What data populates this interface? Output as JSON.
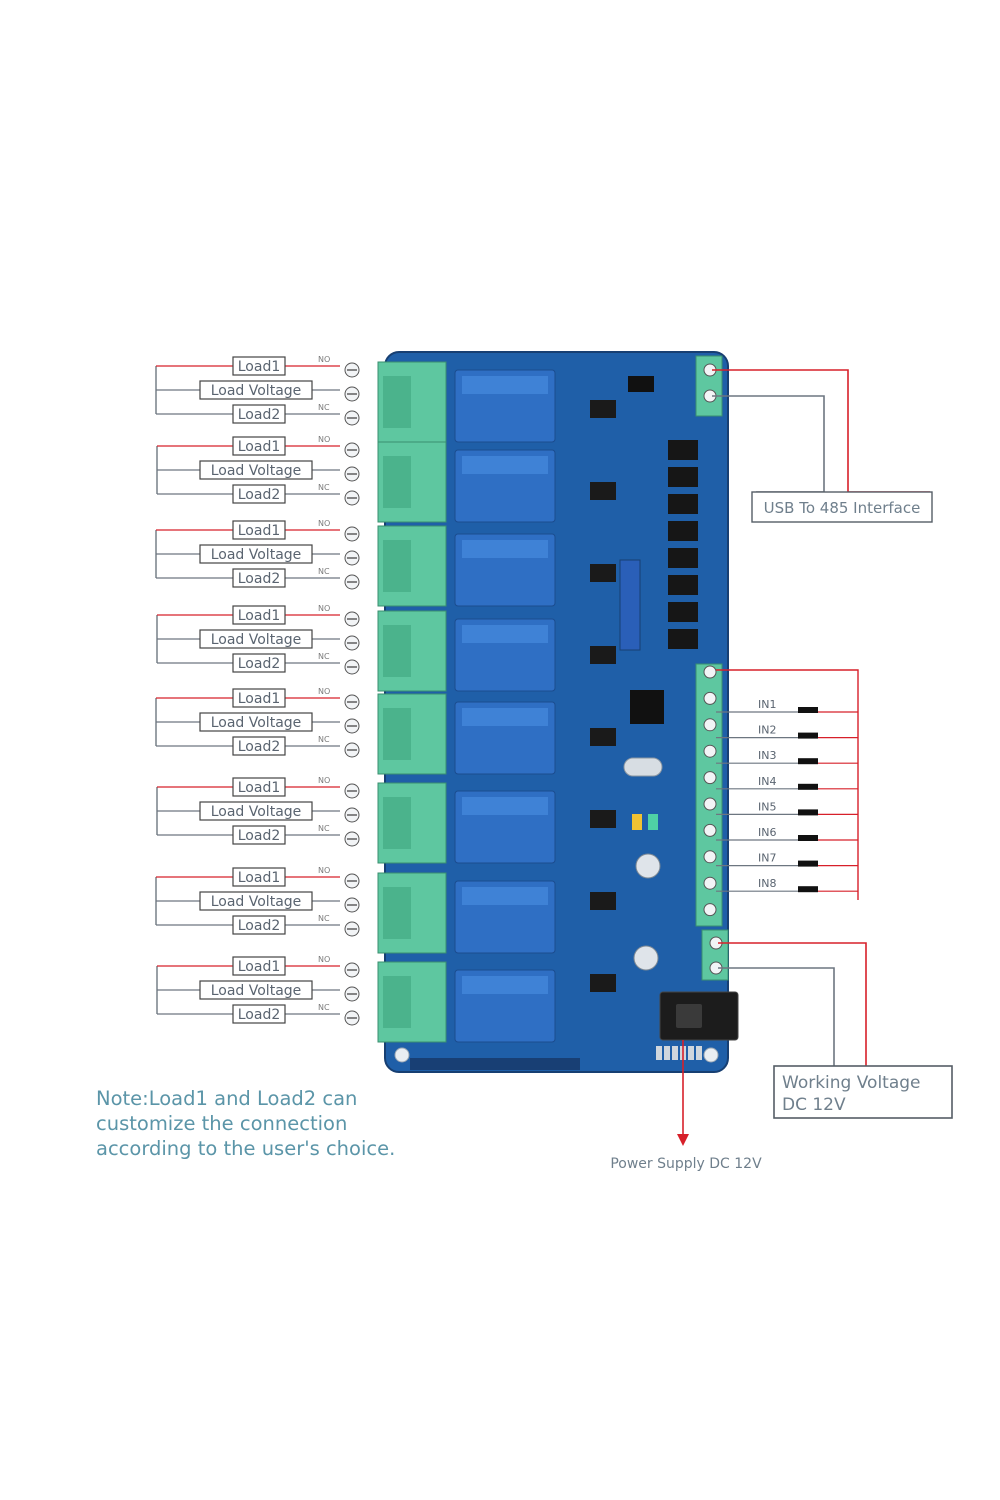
{
  "colors": {
    "board_blue": "#1f5fa8",
    "relay_blue": "#2f6fc4",
    "terminal_green": "#5ec7a0",
    "wire_red": "#d7202a",
    "wire_gray": "#6d7680",
    "note_teal": "#5b95a8"
  },
  "relay_channels": [
    {
      "load1": "Load1",
      "load_voltage": "Load Voltage",
      "load2": "Load2",
      "no": "NO",
      "nc": "NC"
    },
    {
      "load1": "Load1",
      "load_voltage": "Load Voltage",
      "load2": "Load2",
      "no": "NO",
      "nc": "NC"
    },
    {
      "load1": "Load1",
      "load_voltage": "Load Voltage",
      "load2": "Load2",
      "no": "NO",
      "nc": "NC"
    },
    {
      "load1": "Load1",
      "load_voltage": "Load Voltage",
      "load2": "Load2",
      "no": "NO",
      "nc": "NC"
    },
    {
      "load1": "Load1",
      "load_voltage": "Load Voltage",
      "load2": "Load2",
      "no": "NO",
      "nc": "NC"
    },
    {
      "load1": "Load1",
      "load_voltage": "Load Voltage",
      "load2": "Load2",
      "no": "NO",
      "nc": "NC"
    },
    {
      "load1": "Load1",
      "load_voltage": "Load Voltage",
      "load2": "Load2",
      "no": "NO",
      "nc": "NC"
    },
    {
      "load1": "Load1",
      "load_voltage": "Load Voltage",
      "load2": "Load2",
      "no": "NO",
      "nc": "NC"
    }
  ],
  "inputs": [
    "IN1",
    "IN2",
    "IN3",
    "IN4",
    "IN5",
    "IN6",
    "IN7",
    "IN8"
  ],
  "usb_label": "USB To 485 Interface",
  "working_voltage": {
    "line1": "Working Voltage",
    "line2": "DC 12V"
  },
  "power_supply": "Power Supply DC 12V",
  "note": {
    "line1": "Note:Load1 and Load2 can",
    "line2": "customize the connection",
    "line3": "according to the user's choice."
  }
}
